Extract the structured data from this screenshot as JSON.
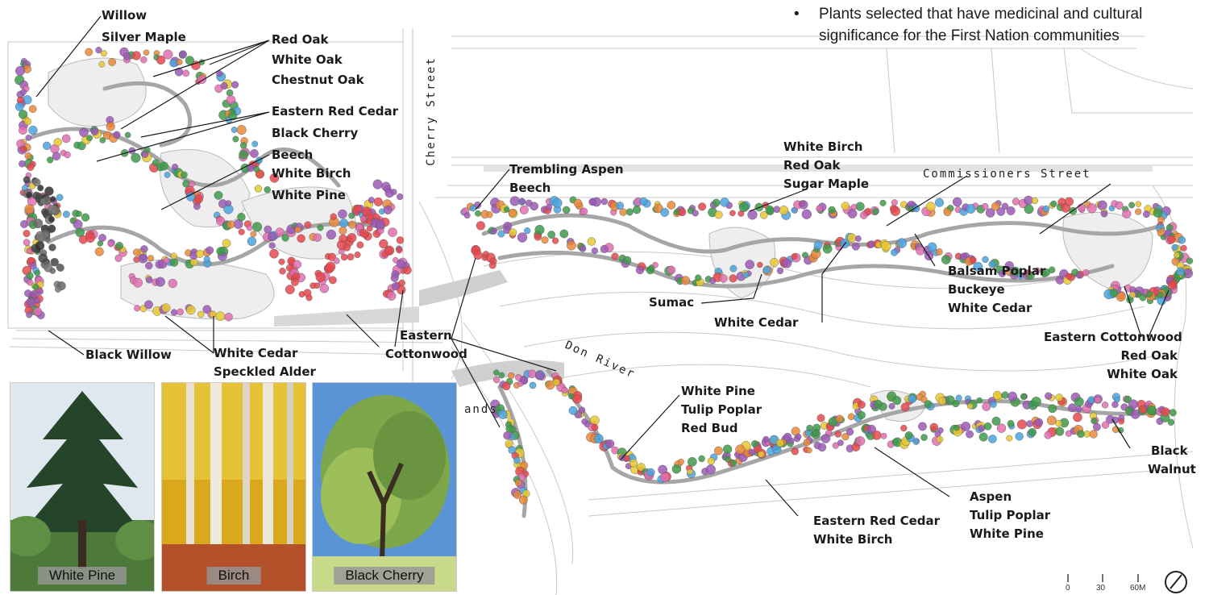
{
  "note": {
    "bullet": "•",
    "lines": [
      "Plants selected that have medicinal and cultural",
      "significance for the First Nation communities"
    ]
  },
  "streets": {
    "cherry": "Cherry Street",
    "commissioners": "Commissioners Street",
    "don_river": "Don River",
    "lands_fragment": "ands"
  },
  "labels": {
    "willow": [
      "Willow",
      "Silver Maple"
    ],
    "red_oak_group": [
      "Red Oak",
      "White Oak",
      "Chestnut Oak"
    ],
    "cedar_group": [
      "Eastern Red Cedar",
      "Black Cherry"
    ],
    "beech_group": [
      "Beech",
      "White Birch",
      "White Pine"
    ],
    "trembling": [
      "Trembling Aspen",
      "Beech"
    ],
    "birch_group": [
      "White Birch",
      "Red Oak",
      "Sugar Maple"
    ],
    "balsam": [
      "Balsam Poplar",
      "Buckeye",
      "White Cedar"
    ],
    "sumac": [
      "Sumac"
    ],
    "white_cedar": [
      "White Cedar"
    ],
    "cottonwood_right": [
      "Eastern Cottonwood",
      "Red Oak",
      "White Oak"
    ],
    "black_willow": [
      "Black Willow"
    ],
    "white_cedar_alder": [
      "White Cedar",
      "Speckled Alder"
    ],
    "eastern_cottonwood": [
      "Eastern",
      "Cottonwood"
    ],
    "pine_group": [
      "White Pine",
      "Tulip Poplar",
      "Red Bud"
    ],
    "red_cedar_birch": [
      "Eastern Red Cedar",
      "White Birch"
    ],
    "aspen_group": [
      "Aspen",
      "Tulip Poplar",
      "White Pine"
    ],
    "black_walnut": [
      "Black",
      "Walnut"
    ]
  },
  "photos": [
    {
      "caption": "White Pine",
      "icon": "white-pine-tree-photo"
    },
    {
      "caption": "Birch",
      "icon": "birch-forest-photo"
    },
    {
      "caption": "Black Cherry",
      "icon": "black-cherry-tree-photo"
    }
  ],
  "scale": {
    "ticks": [
      "0",
      "30",
      "60M"
    ],
    "icon": "north-arrow-icon"
  },
  "colors": {
    "red": "#e5484d",
    "green": "#3e9a4a",
    "purple": "#9b59b6",
    "yellow": "#e8c830",
    "orange": "#e8883a",
    "blue": "#4aa3df",
    "pink": "#e26fb0",
    "path": "#9a9a9a"
  }
}
